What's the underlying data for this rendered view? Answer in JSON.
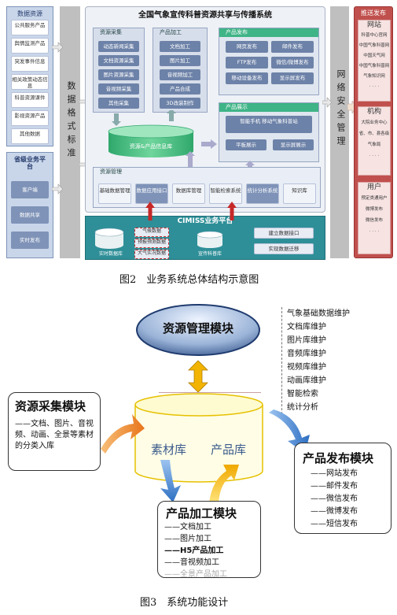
{
  "fig2": {
    "title": "全国气象宣传科普资源共享与传播系统",
    "caption": "图2　业务系统总体结构示意图",
    "data_sources": {
      "header": "数据资源",
      "items": [
        "公共服务产品",
        "舆情监测产品",
        "突发事件信息",
        "相关政策动态信息",
        "科普资源课件",
        "影视资源产品",
        "其他数据"
      ]
    },
    "province": {
      "header": "省级业务平台",
      "items": [
        "客户端",
        "数据共享",
        "实时发布"
      ]
    },
    "format_label": "数据格式标准",
    "security_label": "网络安全管理",
    "collect": {
      "header": "资源采集",
      "items": [
        "动态新闻采集",
        "文档资源采集",
        "图片资源采集",
        "音视频采集",
        "其他采集"
      ]
    },
    "process": {
      "header": "产品加工",
      "items": [
        "文档加工",
        "图片加工",
        "音视频加工",
        "产品合成",
        "3D改装制作"
      ]
    },
    "release": {
      "header": "产品发布",
      "items": [
        "网页发布",
        "邮件发布",
        "FTP发布",
        "微信/微博发布",
        "移动设备发布",
        "显示屏发布"
      ]
    },
    "display": {
      "header": "产品展示",
      "main": "智能手机 移动气象科普站",
      "items": [
        "平板展示",
        "显示屏展示"
      ]
    },
    "db_label": "资源&产品信息库",
    "manage": {
      "header": "资源管理",
      "items": [
        "基础数据管理",
        "数据应用接口",
        "数据库管理",
        "智能检索系统",
        "统计分析系统",
        "知识库"
      ]
    },
    "cimiss": {
      "header": "CIMISS业务平台",
      "items": [
        "气候数据",
        "预报预测数据",
        "大气实况数据"
      ],
      "db1": "实时数据库",
      "db2": "宣传科普库",
      "btn1": "建立数据接口",
      "btn2": "实现数据迁移"
    },
    "push": {
      "header": "推送发布",
      "website": {
        "title": "网站",
        "items": [
          "科普中心官网",
          "中国气象科普网",
          "中国天气网",
          "中国气象科普网",
          "气象知识网",
          "· · · ·"
        ]
      },
      "org": {
        "title": "机构",
        "items": [
          "大院业务中心",
          "省、市、县各级气象局",
          "· · · ·"
        ]
      },
      "user": {
        "title": "用户",
        "items": [
          "预定类通用户",
          "微博发布",
          "微信发布",
          "· · · ·"
        ]
      }
    }
  },
  "fig3": {
    "caption": "图3　系统功能设计",
    "mgmt_title": "资源管理模块",
    "mgmt_list": [
      "气象基础数据维护",
      "文档库维护",
      "图片库维护",
      "音频库维护",
      "视频库维护",
      "动画库维护",
      "智能检索",
      "统计分析"
    ],
    "collect_title": "资源采集模块",
    "collect_text": "——文档、图片、音视频、动画、全景等素材的分类入库",
    "material_label": "素材库",
    "product_label": "产品库",
    "publish_title": "产品发布模块",
    "publish_list": [
      "——网站发布",
      "——邮件发布",
      "——微信发布",
      "——微博发布",
      "——短信发布"
    ],
    "process_title": "产品加工模块",
    "process_list": [
      "——文档加工",
      "——图片加工",
      "——H5产品加工",
      "——音视频加工",
      "——全景产品加工"
    ]
  }
}
